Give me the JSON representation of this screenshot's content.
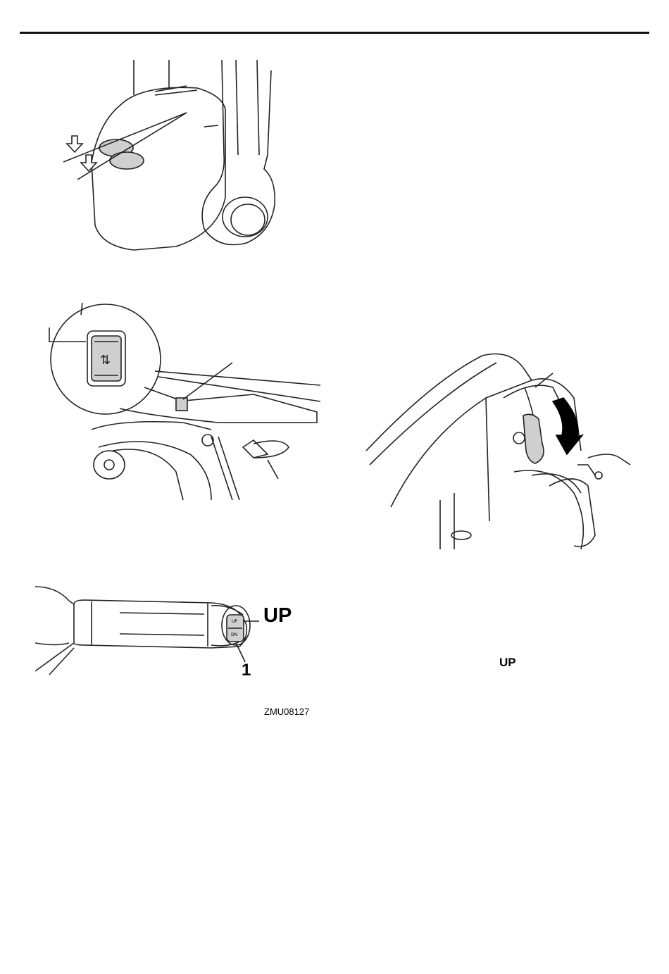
{
  "labels": {
    "up": "UP",
    "callout_1": "1",
    "up_text": "UP",
    "figure_code": "ZMU08127"
  },
  "switch_text": {
    "up": "UP",
    "dn": "DN"
  }
}
